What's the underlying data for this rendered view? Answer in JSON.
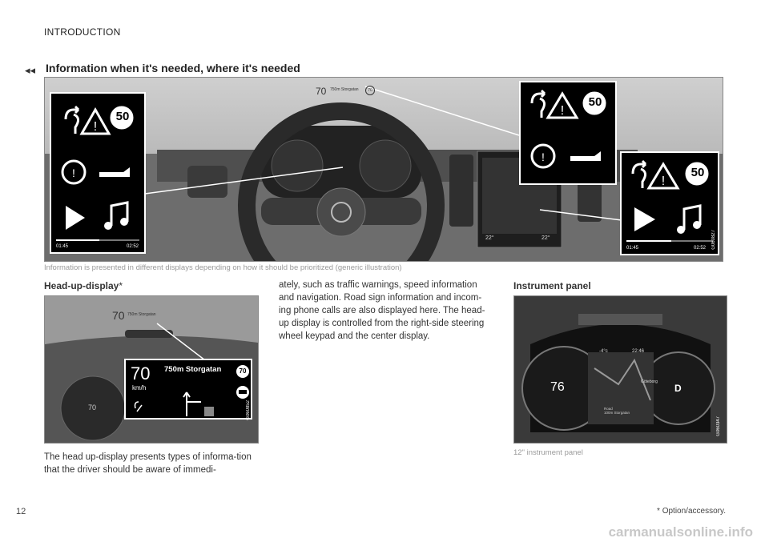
{
  "header": {
    "section": "INTRODUCTION",
    "back_glyph": "◂◂"
  },
  "title": "Information when it's needed, where it's needed",
  "main_figure": {
    "caption": "Information is presented in different displays depending on how it should be prioritized (generic illustration)",
    "hud_speed": "70",
    "hud_street": "750m Storgatan",
    "hud_limit": "70",
    "panel_limit": "50",
    "panel_time_start": "01:45",
    "panel_time_end": "02:52",
    "center_temp_left": "22°",
    "center_temp_right": "22°",
    "code": "G060827"
  },
  "hud_section": {
    "heading": "Head-up-display",
    "asterisk": "*",
    "paragraph_col1": "The head up-display presents types of informa-tion that the driver should be aware of immedi-",
    "paragraph_col2": "ately, such as traffic warnings, speed information and navigation. Road sign information and incom-ing phone calls are also displayed here. The head-up display is controlled from the right-side steering wheel keypad and the center display.",
    "fig": {
      "speed": "70",
      "unit": "km/h",
      "street": "750m Storgatan",
      "limit": "70",
      "code": "G060852"
    }
  },
  "instrument_section": {
    "heading": "Instrument panel",
    "caption": "12\" instrument panel",
    "fig": {
      "temp": "-4°c",
      "time": "22:46",
      "city": "Göteborg",
      "speed": "76",
      "gear": "D",
      "road": "Road",
      "dist": "100m Storgatan",
      "code": "G060347"
    }
  },
  "footer": {
    "page_number": "12",
    "footnote": "* Option/accessory.",
    "watermark": "carmanualsonline.info"
  }
}
